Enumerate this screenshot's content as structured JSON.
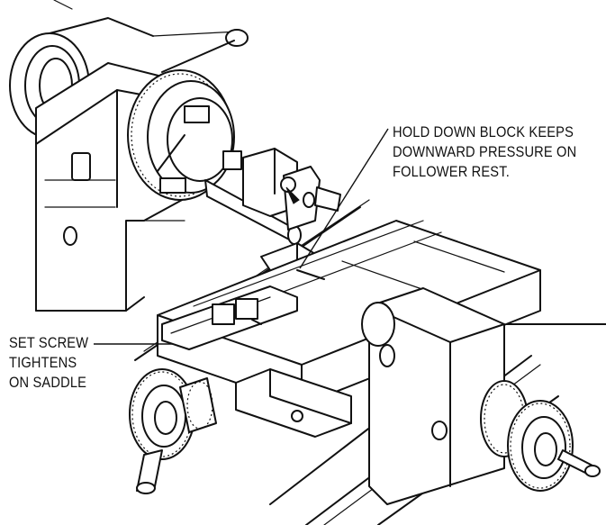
{
  "callouts": {
    "hold_down": {
      "lines": [
        "HOLD DOWN BLOCK KEEPS",
        "DOWNWARD PRESSURE ON",
        "FOLLOWER REST."
      ]
    },
    "set_screw": {
      "lines": [
        "SET SCREW",
        "TIGHTENS",
        "ON SADDLE"
      ]
    }
  }
}
